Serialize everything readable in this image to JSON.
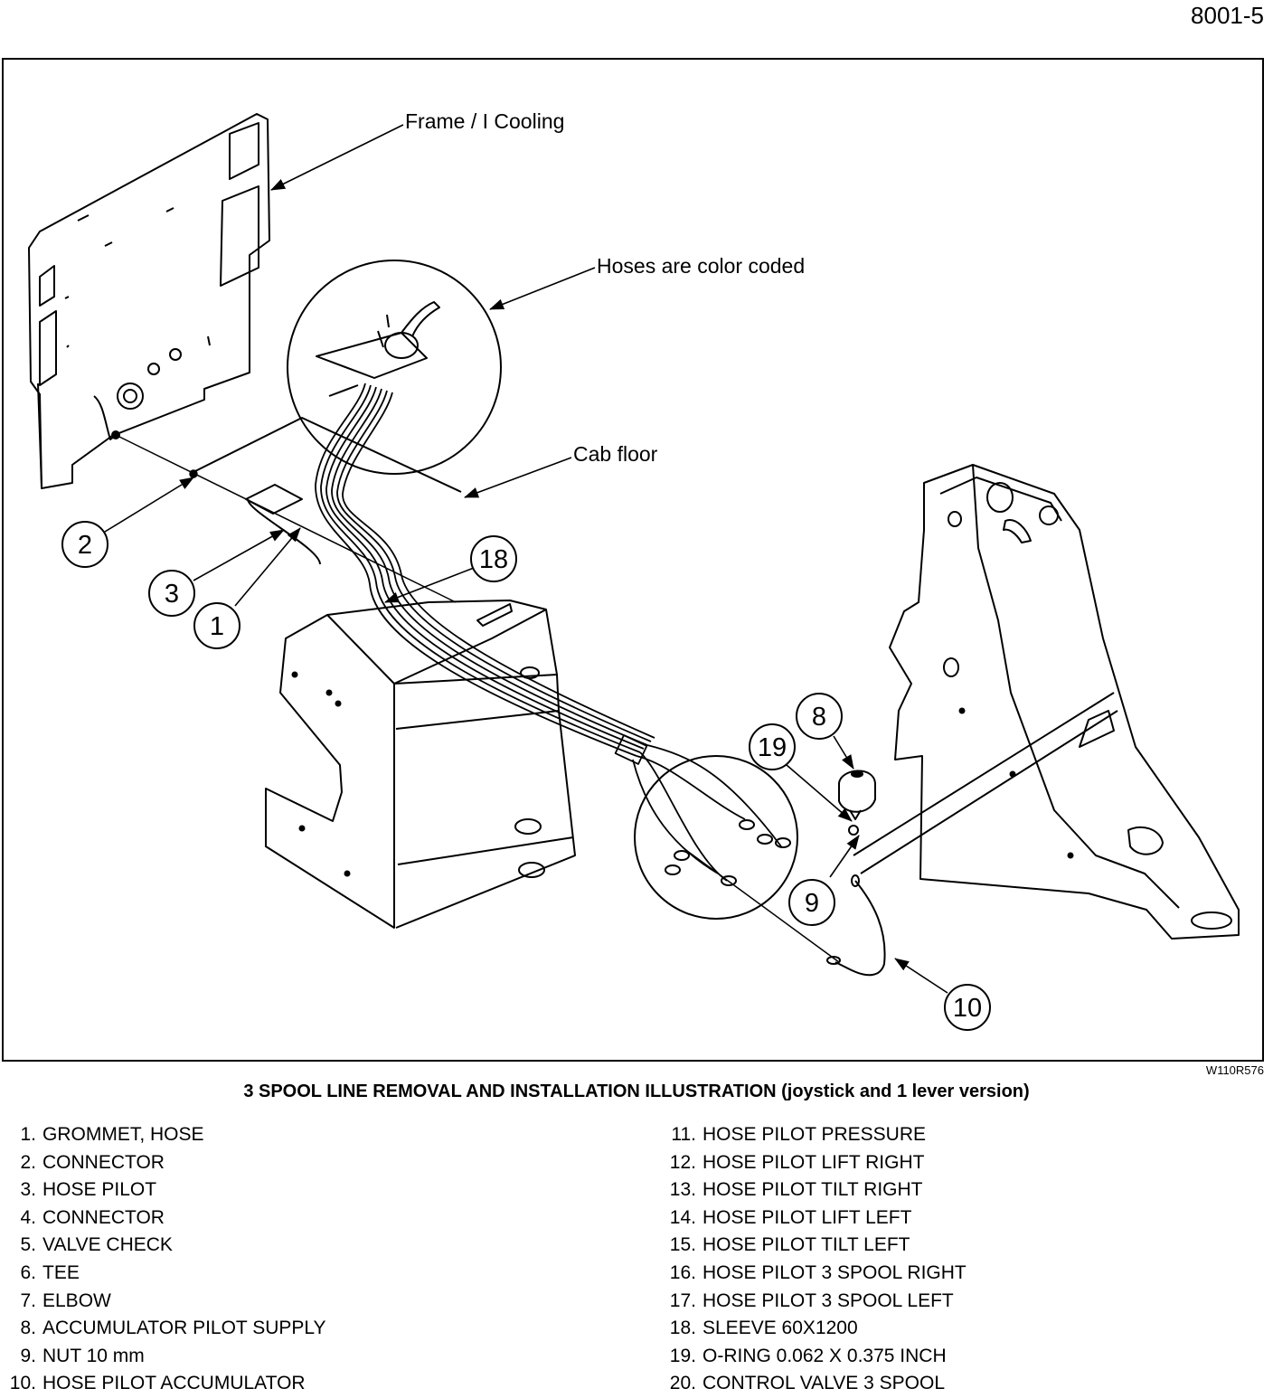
{
  "header": {
    "page_number": "8001-5"
  },
  "figure": {
    "code": "W110R576",
    "labels": {
      "frame": "Frame / I Cooling",
      "hoses": "Hoses are color coded",
      "cab_floor": "Cab floor"
    },
    "callouts": [
      "2",
      "3",
      "1",
      "18",
      "19",
      "8",
      "9",
      "10"
    ]
  },
  "caption": "3 SPOOL LINE REMOVAL AND INSTALLATION ILLUSTRATION (joystick and 1 lever version)",
  "parts_left": [
    {
      "num": "1.",
      "name": "GROMMET, HOSE"
    },
    {
      "num": "2.",
      "name": "CONNECTOR"
    },
    {
      "num": "3.",
      "name": "HOSE PILOT"
    },
    {
      "num": "4.",
      "name": "CONNECTOR"
    },
    {
      "num": "5.",
      "name": "VALVE CHECK"
    },
    {
      "num": "6.",
      "name": "TEE"
    },
    {
      "num": "7.",
      "name": "ELBOW"
    },
    {
      "num": "8.",
      "name": "ACCUMULATOR PILOT SUPPLY"
    },
    {
      "num": "9.",
      "name": "NUT 10 mm"
    },
    {
      "num": "10.",
      "name": "HOSE PILOT ACCUMULATOR"
    }
  ],
  "parts_right": [
    {
      "num": "11.",
      "name": "HOSE PILOT PRESSURE"
    },
    {
      "num": "12.",
      "name": "HOSE PILOT LIFT RIGHT"
    },
    {
      "num": "13.",
      "name": "HOSE PILOT TILT RIGHT"
    },
    {
      "num": "14.",
      "name": "HOSE PILOT LIFT LEFT"
    },
    {
      "num": "15.",
      "name": "HOSE PILOT TILT LEFT"
    },
    {
      "num": "16.",
      "name": "HOSE PILOT 3 SPOOL RIGHT"
    },
    {
      "num": "17.",
      "name": "HOSE PILOT 3 SPOOL LEFT"
    },
    {
      "num": "18.",
      "name": "SLEEVE 60X1200"
    },
    {
      "num": "19.",
      "name": "O-RING 0.062 X 0.375 INCH"
    },
    {
      "num": "20.",
      "name": "CONTROL VALVE 3 SPOOL"
    }
  ]
}
